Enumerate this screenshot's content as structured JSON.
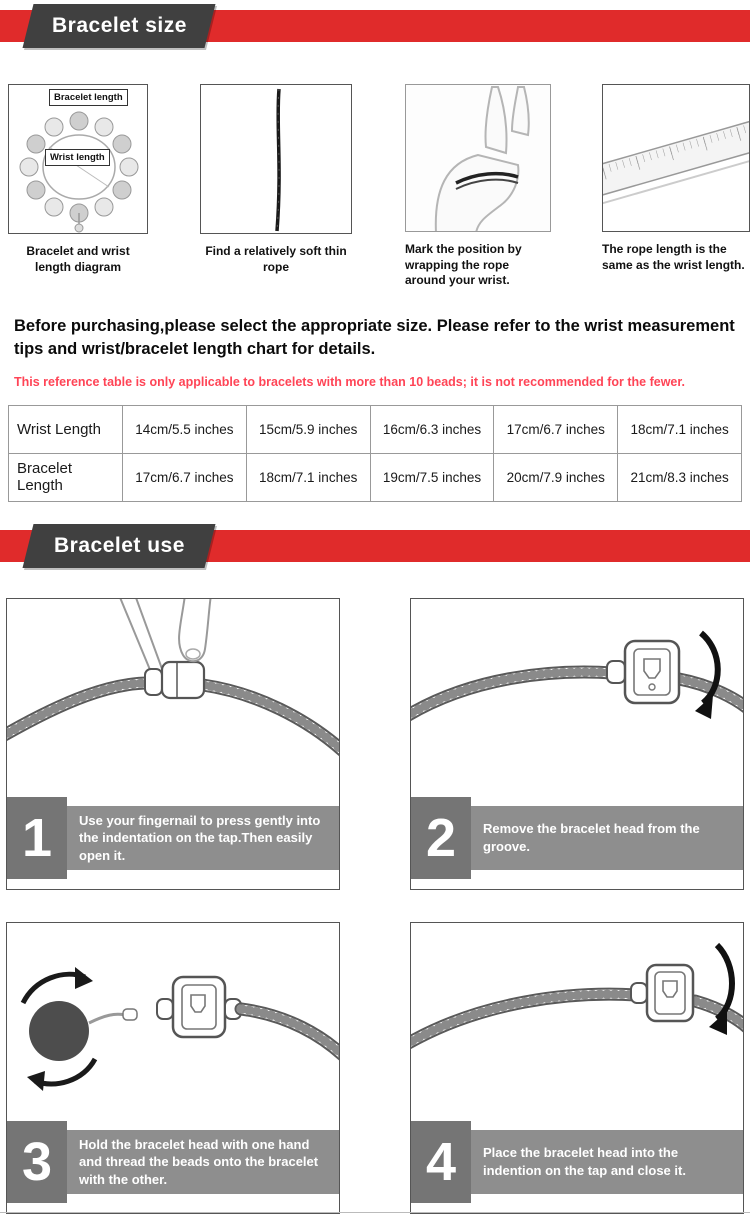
{
  "colors": {
    "banner_red": "#e02b2b",
    "banner_dark": "#404040",
    "warning_red": "#ff4456",
    "caption_gray": "#8e8e8e",
    "number_gray": "#757575"
  },
  "banner_size": {
    "label": "Bracelet size"
  },
  "banner_use": {
    "label": "Bracelet use"
  },
  "measure": {
    "diagram_labels": {
      "bracelet": "Bracelet length",
      "wrist": "Wrist length"
    },
    "steps": [
      {
        "caption": "Bracelet and wrist length diagram"
      },
      {
        "caption": "Find a relatively soft thin rope"
      },
      {
        "caption": "Mark the position by wrapping the rope around your wrist."
      },
      {
        "caption": "The rope length is the same as the wrist length."
      }
    ]
  },
  "notice": {
    "bold": "Before purchasing,please select the appropriate size. Please refer to the wrist measurement tips and wrist/bracelet length chart for details.",
    "warning": "This reference table is only applicable to bracelets with more than 10 beads; it is not recommended for the fewer."
  },
  "size_table": {
    "rows": [
      {
        "label": "Wrist Length",
        "values": [
          "14cm/5.5 inches",
          "15cm/5.9 inches",
          "16cm/6.3 inches",
          "17cm/6.7 inches",
          "18cm/7.1 inches"
        ]
      },
      {
        "label": "Bracelet Length",
        "values": [
          "17cm/6.7 inches",
          "18cm/7.1 inches",
          "19cm/7.5 inches",
          "20cm/7.9 inches",
          "21cm/8.3 inches"
        ]
      }
    ]
  },
  "use_steps": [
    {
      "number": "1",
      "text": "Use your fingernail to press gently into the indentation on the tap.Then easily open it."
    },
    {
      "number": "2",
      "text": "Remove the bracelet head from the groove."
    },
    {
      "number": "3",
      "text": "Hold the bracelet head with one hand and thread the beads onto the bracelet with the other."
    },
    {
      "number": "4",
      "text": "Place the bracelet head into the indention on the tap and close it."
    }
  ]
}
